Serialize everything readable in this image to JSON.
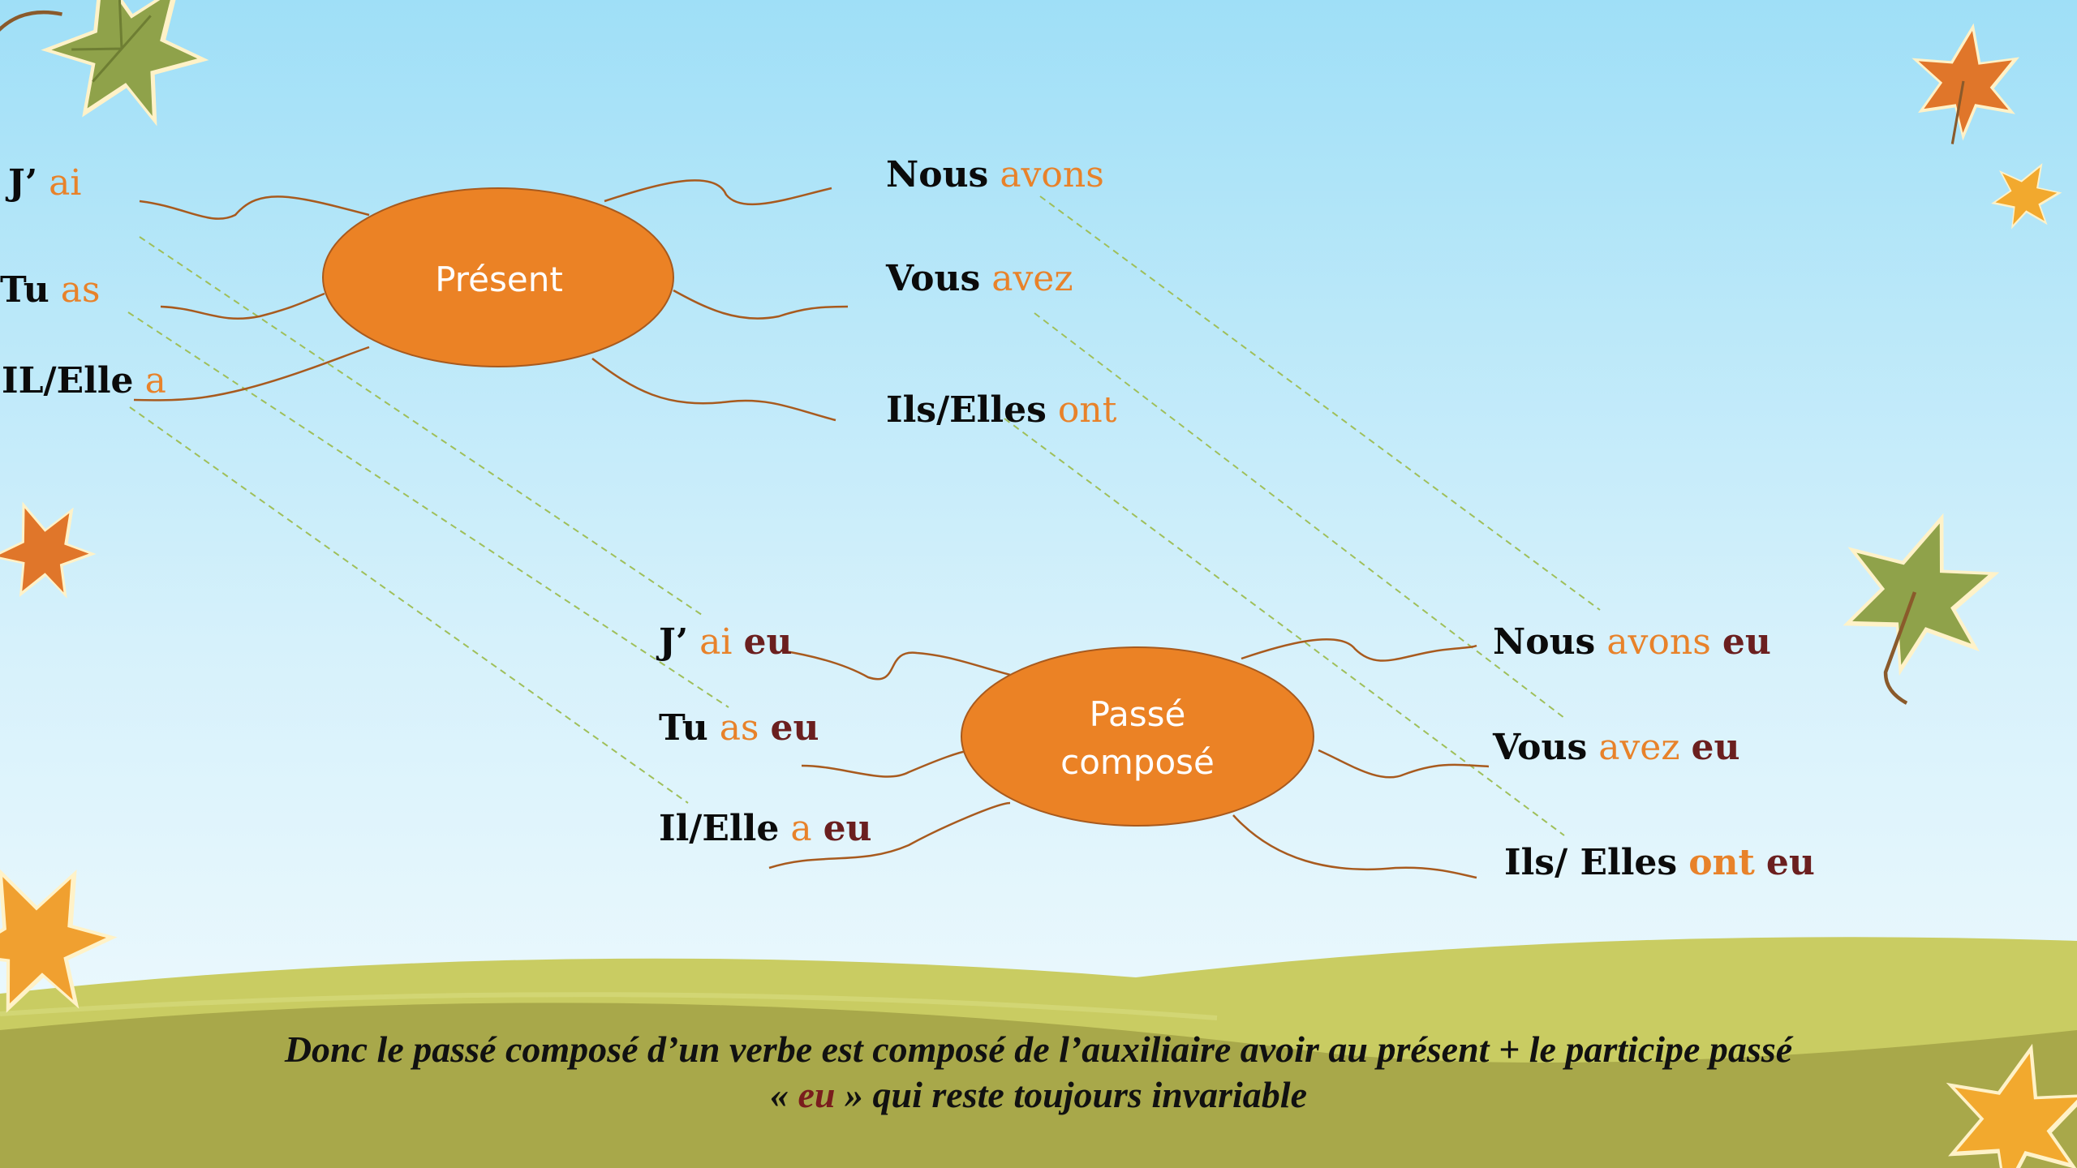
{
  "present": {
    "center": "Présent",
    "left": [
      {
        "pronoun": "J’",
        "aux": "ai"
      },
      {
        "pronoun": "Tu",
        "aux": "as"
      },
      {
        "pronoun": "IL/Elle",
        "aux": "a"
      }
    ],
    "right": [
      {
        "pronoun": "Nous",
        "aux": "avons"
      },
      {
        "pronoun": "Vous",
        "aux": "avez"
      },
      {
        "pronoun": "Ils/Elles",
        "aux": "ont"
      }
    ]
  },
  "passe": {
    "center_line1": "Passé",
    "center_line2": "composé",
    "left": [
      {
        "pronoun": "J’",
        "aux": "ai",
        "participle": "eu"
      },
      {
        "pronoun": "Tu",
        "aux": "as",
        "participle": "eu"
      },
      {
        "pronoun": "Il/Elle",
        "aux": "a",
        "participle": "eu"
      }
    ],
    "right": [
      {
        "pronoun": "Nous",
        "aux": "avons",
        "participle": "eu"
      },
      {
        "pronoun": "Vous",
        "aux": "avez",
        "participle": "eu"
      },
      {
        "pronoun": "Ils/ Elles",
        "aux": "ont",
        "participle": "eu"
      }
    ]
  },
  "conclusion": {
    "line1": "Donc le passé composé d’un verbe est composé de l’auxiliaire avoir au présent + le participe passé",
    "open_quote": "« ",
    "highlight": "eu",
    "line2_rest": " » qui reste toujours invariable"
  },
  "colors": {
    "sky_top": "#9fdff7",
    "sky_bottom": "#eef9fd",
    "node_fill": "#eb8225",
    "branch": "#a85a1e",
    "connector": "#9fbf5a",
    "auxiliary": "#e8822a",
    "participle": "#6b1f1f",
    "hill": "#a8a84a"
  },
  "decorations": [
    "leaf-green-icon",
    "leaf-orange-icon",
    "leaf-yellow-icon"
  ]
}
